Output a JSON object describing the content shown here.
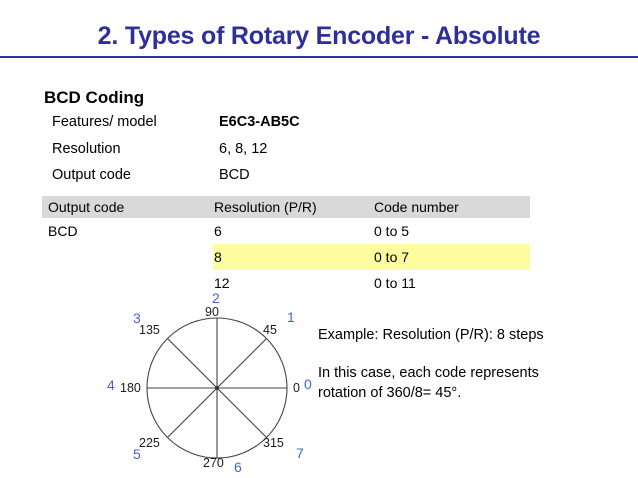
{
  "slide": {
    "title": "2. Types of Rotary Encoder - Absolute",
    "title_color": "#2f2f99",
    "section_heading": "BCD Coding"
  },
  "spec_list": [
    {
      "label": "Features/ model",
      "value": "E6C3-AB5C",
      "bold": true
    },
    {
      "label": "Resolution",
      "value": "6, 8, 12",
      "bold": false
    },
    {
      "label": "Output code",
      "value": "BCD",
      "bold": false
    }
  ],
  "table": {
    "header_bg": "#d9d9d9",
    "highlight_bg": "#fdfda0",
    "columns": [
      "Output code",
      "Resolution (P/R)",
      "Code number"
    ],
    "rows": [
      {
        "output_code": "BCD",
        "resolution": "6",
        "code_number": "0 to 5",
        "highlighted": false
      },
      {
        "output_code": "",
        "resolution": "8",
        "code_number": "0 to 7",
        "highlighted": true
      },
      {
        "output_code": "",
        "resolution": "12",
        "code_number": "0 to 11",
        "highlighted": false
      }
    ]
  },
  "dial": {
    "accent_color": "#4763d0",
    "degree_labels": [
      "0",
      "45",
      "90",
      "135",
      "180",
      "225",
      "270",
      "315"
    ],
    "code_labels": [
      "0",
      "1",
      "2",
      "3",
      "4",
      "5",
      "6",
      "7"
    ]
  },
  "explanation": {
    "line1": "Example: Resolution (P/R): 8 steps",
    "line2": "In this case, each code represents",
    "line3": "rotation of 360/8= 45°."
  }
}
